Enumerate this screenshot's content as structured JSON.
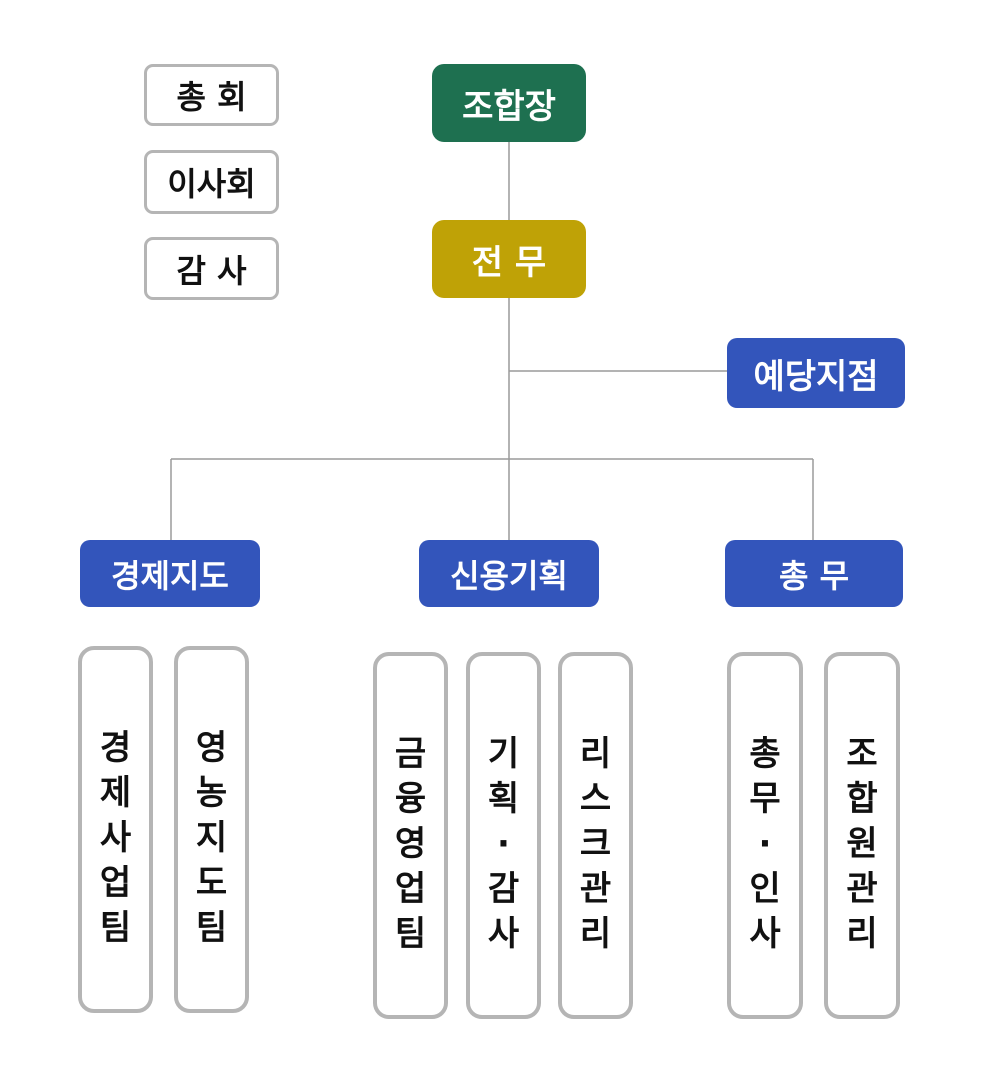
{
  "governance": {
    "general_assembly": "총 회",
    "board": "이사회",
    "audit": "감 사"
  },
  "top": {
    "president": "조합장",
    "managing_director": "전 무"
  },
  "branch": "예당지점",
  "departments": [
    {
      "name": "경제지도",
      "teams": [
        {
          "chars": [
            "경",
            "제",
            "사",
            "업",
            "팀"
          ]
        },
        {
          "chars": [
            "영",
            "농",
            "지",
            "도",
            "팀"
          ]
        }
      ]
    },
    {
      "name": "신용기획",
      "teams": [
        {
          "chars": [
            "금",
            "융",
            "영",
            "업",
            "팀"
          ]
        },
        {
          "chars": [
            "기",
            "획",
            "·",
            "감",
            "사"
          ]
        },
        {
          "chars": [
            "리",
            "스",
            "크",
            "관",
            "리"
          ]
        }
      ]
    },
    {
      "name": "총 무",
      "teams": [
        {
          "chars": [
            "총",
            "무",
            "·",
            "인",
            "사"
          ]
        },
        {
          "chars": [
            "조",
            "합",
            "원",
            "관",
            "리"
          ]
        }
      ]
    }
  ],
  "colors": {
    "president": "#1e7050",
    "managing_director": "#bfa206",
    "department": "#3355bb",
    "border_gray": "#b5b5b5",
    "line": "#999999"
  }
}
